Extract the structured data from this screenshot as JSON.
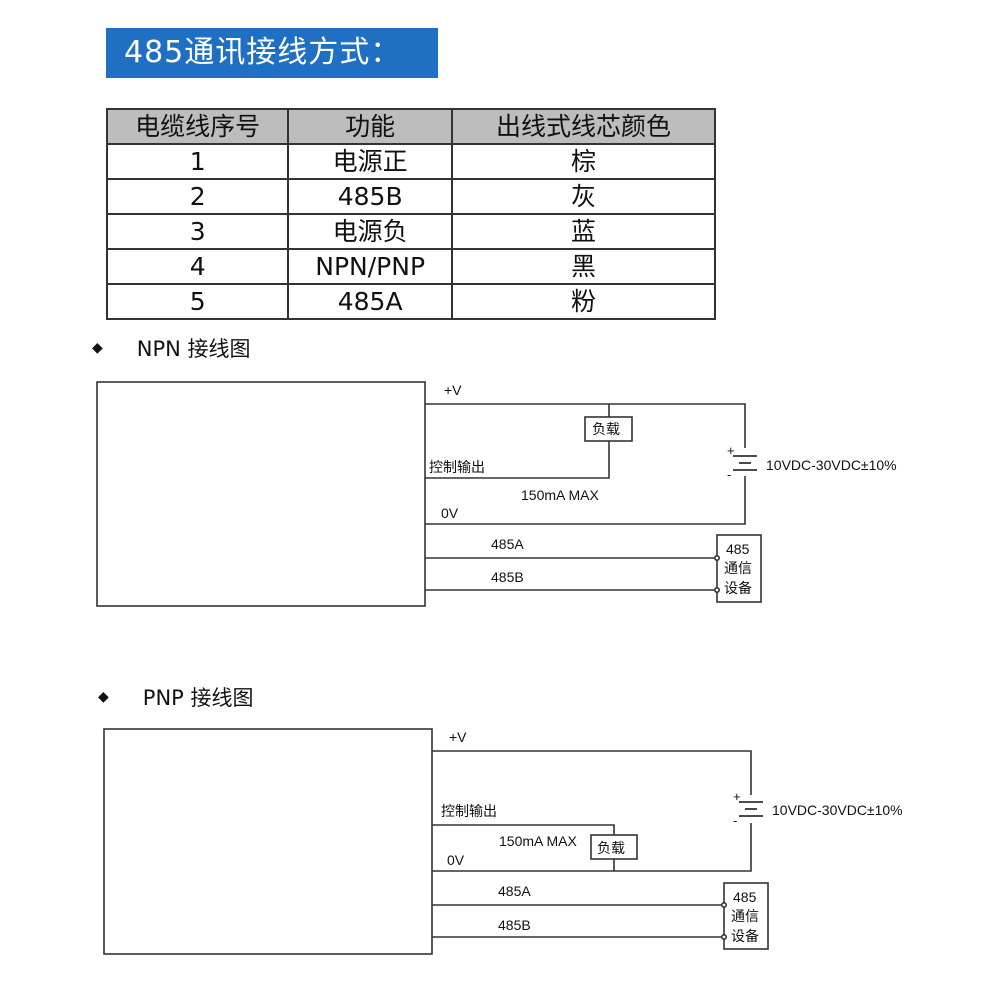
{
  "header": {
    "title": "485通讯接线方式："
  },
  "wiring_table": {
    "headers": [
      "电缆线序号",
      "功能",
      "出线式线芯颜色"
    ],
    "rows": [
      [
        "1",
        "电源正",
        "棕"
      ],
      [
        "2",
        "485B",
        "灰"
      ],
      [
        "3",
        "电源负",
        "蓝"
      ],
      [
        "4",
        "NPN/PNP",
        "黑"
      ],
      [
        "5",
        "485A",
        "粉"
      ]
    ]
  },
  "npn": {
    "title": "NPN 接线图",
    "plus_v": "+V",
    "load": "负载",
    "control_output": "控制输出",
    "max_current": "150mA MAX",
    "zero_v": "0V",
    "a485": "485A",
    "b485": "485B",
    "supply": "10VDC-30VDC±10%",
    "battery_plus": "+",
    "battery_minus": "-",
    "device_lines": [
      "485",
      "通信",
      "设备"
    ]
  },
  "pnp": {
    "title": "PNP 接线图",
    "plus_v": "+V",
    "load": "负载",
    "control_output": "控制输出",
    "max_current": "150mA MAX",
    "zero_v": "0V",
    "a485": "485A",
    "b485": "485B",
    "supply": "10VDC-30VDC±10%",
    "battery_plus": "+",
    "battery_minus": "-",
    "device_lines": [
      "485",
      "通信",
      "设备"
    ]
  }
}
